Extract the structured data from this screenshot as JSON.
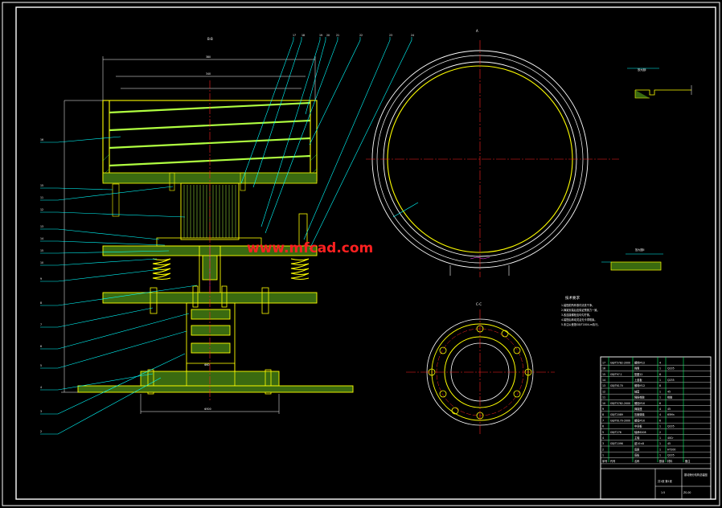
{
  "drawing": {
    "watermark": "www.mfcad.com",
    "watermark_prefix": "www.",
    "watermark_middle": "mf",
    "watermark_suffix": "cad.com",
    "section_label_main": "B-B",
    "section_label_ring": "A",
    "section_label_flange": "C-C",
    "detail_label_1": "放大图I",
    "detail_label_2": "放大图II",
    "notes_title": "技术要求",
    "notes": [
      "1.装配前所有零件清洗干净。",
      "2.弹簧安装后应保证预紧力一致。",
      "3.各连接螺栓应均匀拧紧。",
      "4.装配后转动灵活无卡滞现象。",
      "5.未注公差按GB/T1804-m执行。"
    ],
    "balloons_left": [
      "16",
      "15",
      "11",
      "12",
      "13",
      "14",
      "15",
      "10",
      "9",
      "8",
      "7",
      "6",
      "5",
      "4",
      "3",
      "2",
      "1"
    ],
    "balloons_top": [
      "17",
      "18",
      "19",
      "20",
      "21",
      "22",
      "23",
      "24"
    ],
    "dims": {
      "top_width": "380",
      "inner_width": "340",
      "shaft_dia": "Φ60",
      "base_width": "Φ300",
      "base_plate": "Φ560"
    },
    "title_block": {
      "title": "振动筛分机构总装图",
      "drawing_no": "ZS-00",
      "scale": "1:5",
      "sheet": "共1张 第1张",
      "rows": [
        [
          "17",
          "GB/T5782-2000",
          "螺栓M12",
          "4",
          "",
          ""
        ],
        [
          "16",
          "",
          "筛筒",
          "1",
          "Q235",
          ""
        ],
        [
          "15",
          "GB/T97.1",
          "垫圈12",
          "8",
          "",
          ""
        ],
        [
          "14",
          "",
          "上盖板",
          "1",
          "Q235",
          ""
        ],
        [
          "13",
          "GB/T6170",
          "螺母M12",
          "8",
          "",
          ""
        ],
        [
          "12",
          "",
          "轴套",
          "1",
          "45",
          ""
        ],
        [
          "11",
          "",
          "隔振橡胶",
          "1",
          "橡胶",
          ""
        ],
        [
          "10",
          "GB/T5782-2000",
          "螺栓M10",
          "6",
          "",
          ""
        ],
        [
          "9",
          "",
          "弹簧座",
          "4",
          "45",
          ""
        ],
        [
          "8",
          "GB/T2089",
          "压缩弹簧",
          "4",
          "65Mn",
          ""
        ],
        [
          "7",
          "GB/T6170-2000",
          "螺母M10",
          "6",
          "",
          ""
        ],
        [
          "6",
          "",
          "中间板",
          "1",
          "Q235",
          ""
        ],
        [
          "5",
          "GB/T276",
          "轴承6208",
          "2",
          "",
          ""
        ],
        [
          "4",
          "",
          "主轴",
          "1",
          "40Cr",
          ""
        ],
        [
          "3",
          "GB/T1096",
          "键10×8",
          "1",
          "45",
          ""
        ],
        [
          "2",
          "",
          "底座",
          "1",
          "HT200",
          ""
        ],
        [
          "1",
          "",
          "底板",
          "1",
          "Q235",
          ""
        ]
      ],
      "header": [
        "序号",
        "代号",
        "名称",
        "数量",
        "材料",
        "备注"
      ]
    }
  },
  "colors": {
    "frame": "#ffffff",
    "outline": "#ffff00",
    "outline2": "#b0ff40",
    "leader": "#00ffff",
    "center": "#ff2020",
    "dim": "#ffffff",
    "hatch": "#40ff40",
    "magenta": "#ff40ff"
  }
}
